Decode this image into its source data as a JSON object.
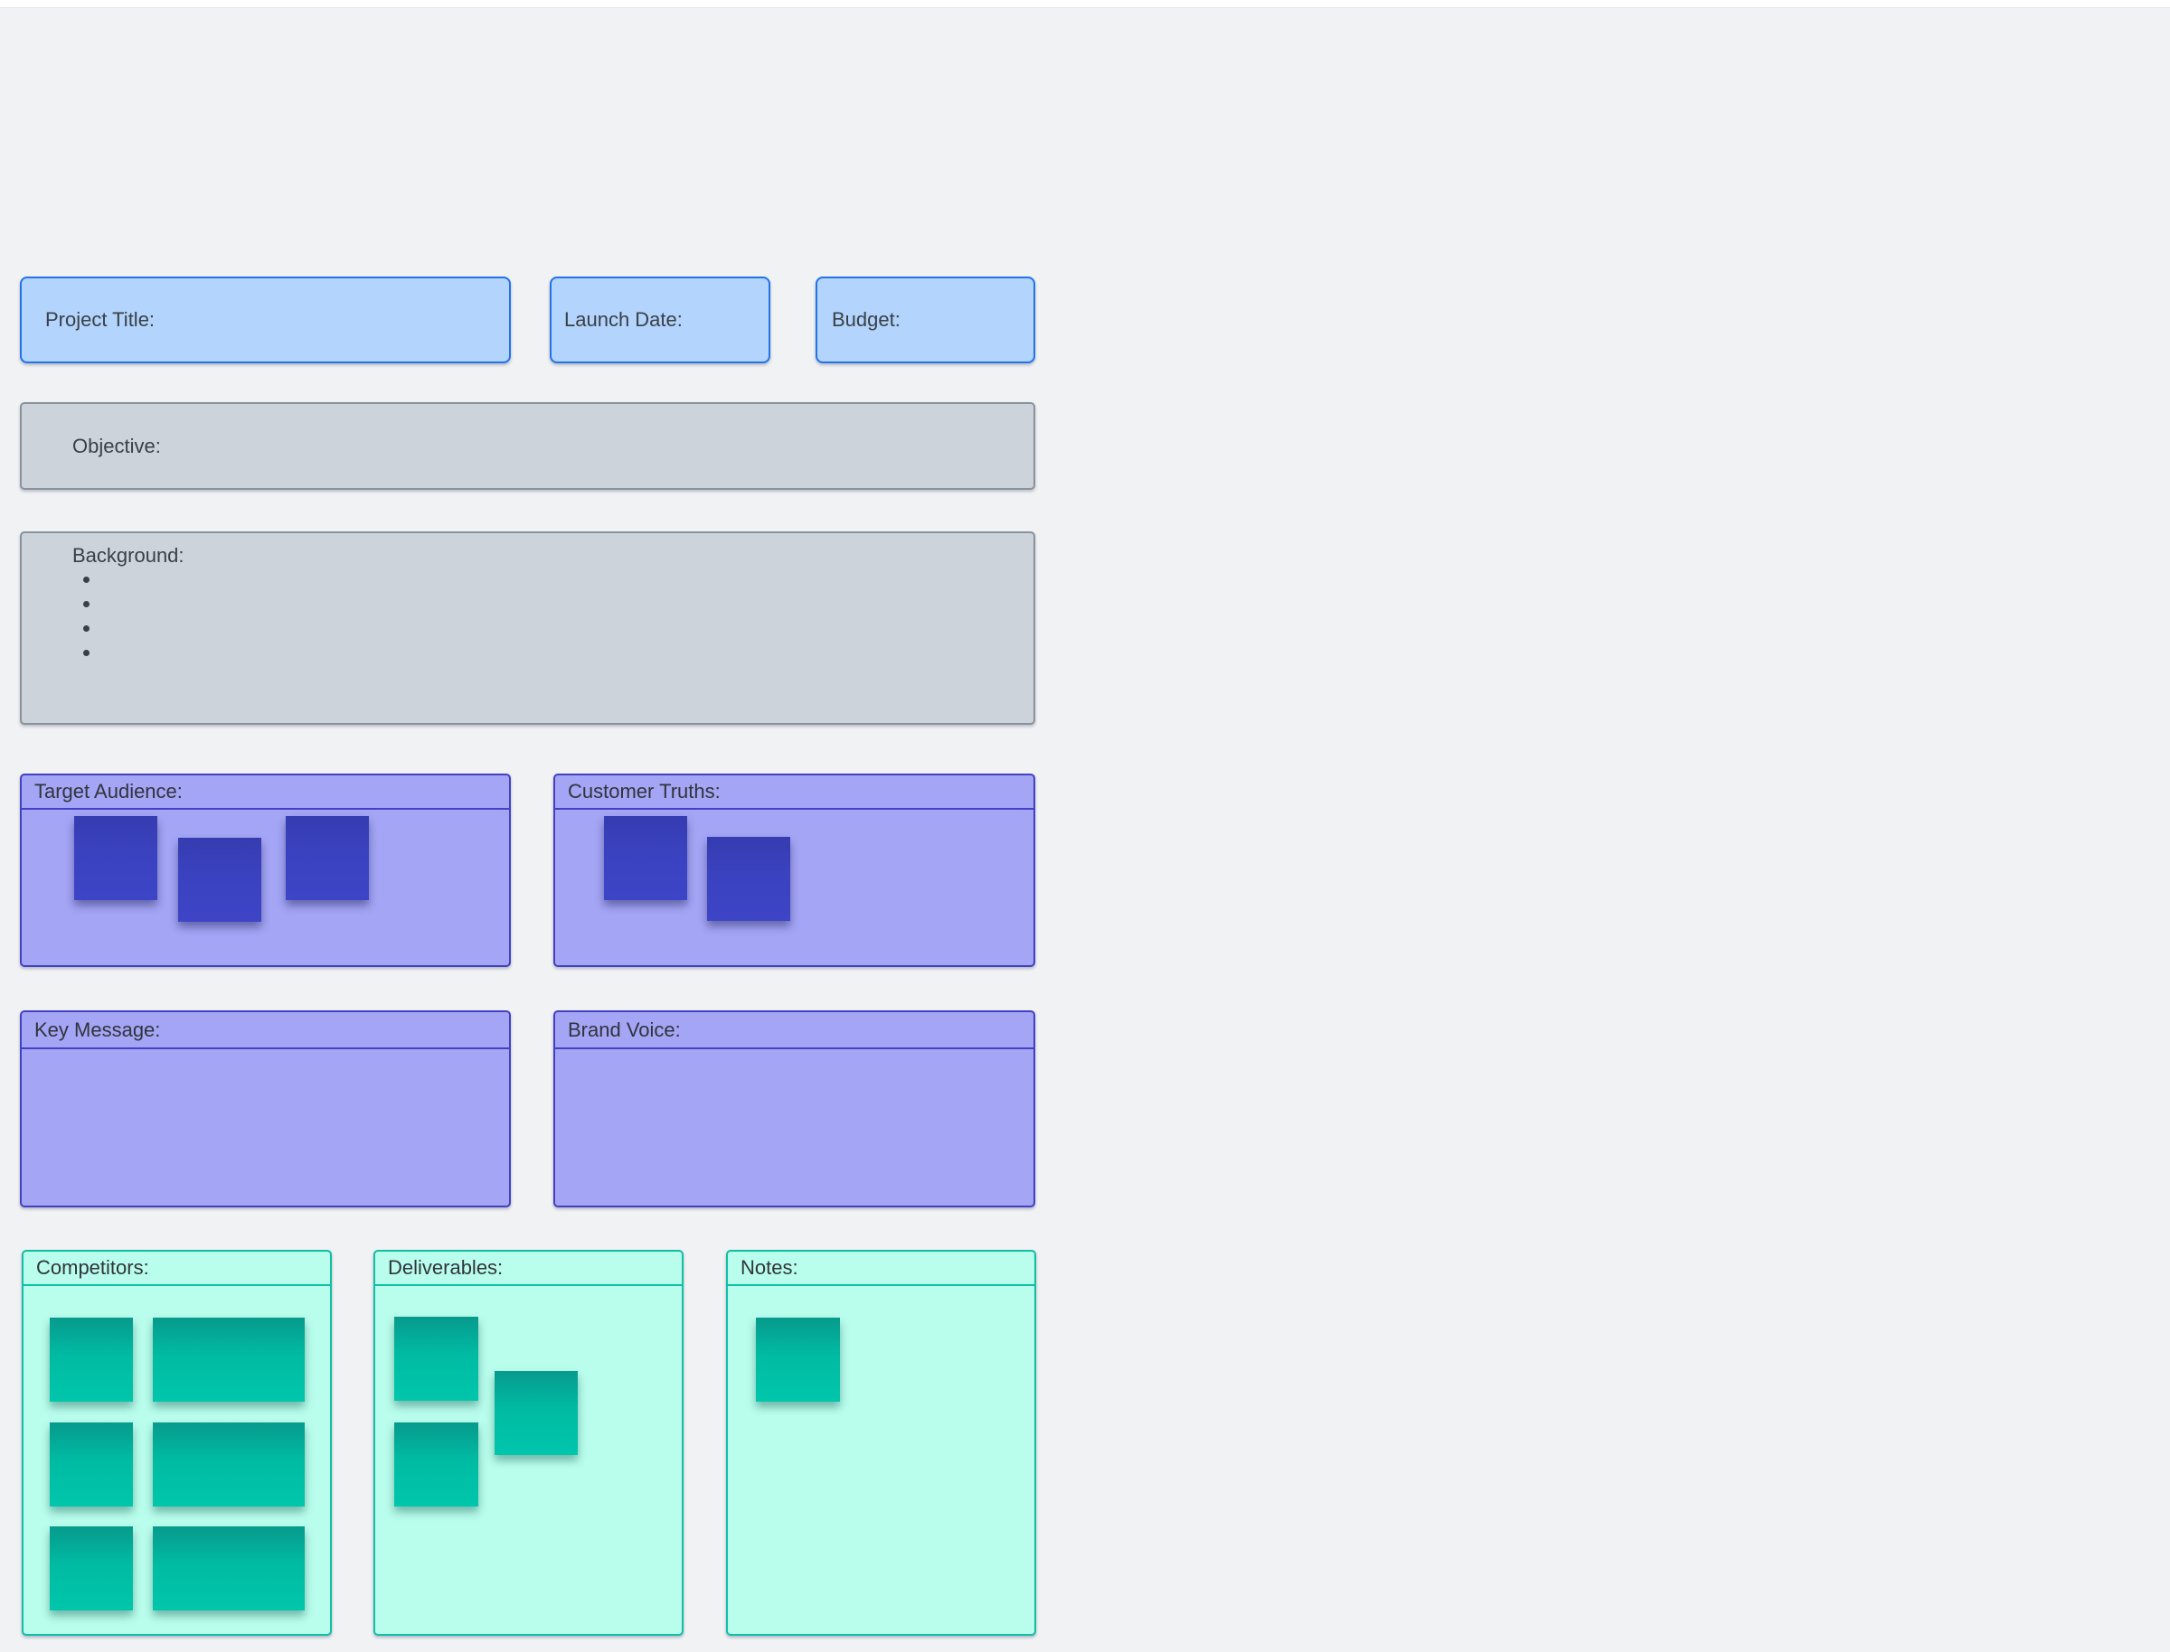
{
  "colors": {
    "page_background": "#f1f2f4",
    "top_strip": "#ffffff",
    "blue_box_fill": "#b3d4fc",
    "blue_box_border": "#2374e8",
    "gray_panel_fill": "#cdd3da",
    "gray_panel_border": "#8a929b",
    "purple_panel_fill": "#a4a5f5",
    "purple_panel_border": "#4341c3",
    "purple_sticky_note": "#3b42c0",
    "teal_panel_fill": "#b9fdec",
    "teal_panel_border": "#0fbfa6",
    "teal_sticky_note": "#00bba2",
    "label_text": "#394047"
  },
  "sections": {
    "project_title": {
      "label": "Project Title:"
    },
    "launch_date": {
      "label": "Launch Date:"
    },
    "budget": {
      "label": "Budget:"
    },
    "objective": {
      "label": "Objective:"
    },
    "background": {
      "label": "Background:",
      "bullets": [
        "",
        "",
        "",
        ""
      ],
      "bullet_count": 4
    },
    "target_audience": {
      "label": "Target Audience:",
      "sticky_note_count": 3
    },
    "customer_truths": {
      "label": "Customer Truths:",
      "sticky_note_count": 2
    },
    "key_message": {
      "label": "Key Message:",
      "sticky_note_count": 0
    },
    "brand_voice": {
      "label": "Brand Voice:",
      "sticky_note_count": 0
    },
    "competitors": {
      "label": "Competitors:",
      "sticky_note_count": 6
    },
    "deliverables": {
      "label": "Deliverables:",
      "sticky_note_count": 3
    },
    "notes": {
      "label": "Notes:",
      "sticky_note_count": 1
    }
  }
}
